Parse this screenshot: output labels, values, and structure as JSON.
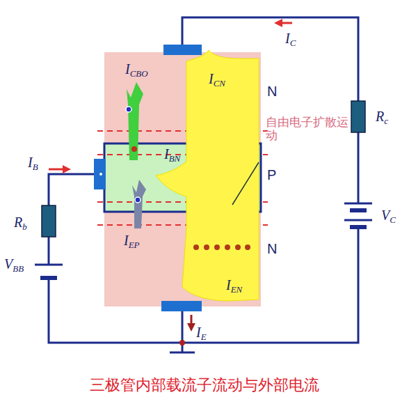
{
  "diagram": {
    "caption": "三极管内部载流子流动与外部电流",
    "labels": [
      "IC",
      "ICBO",
      "ICN",
      "N",
      "自由电子扩散运动",
      "Rc",
      "IB",
      "IBN",
      "P",
      "Rb",
      "VC",
      "IEP",
      "N",
      "IEN",
      "VBB",
      "IE"
    ]
  }
}
